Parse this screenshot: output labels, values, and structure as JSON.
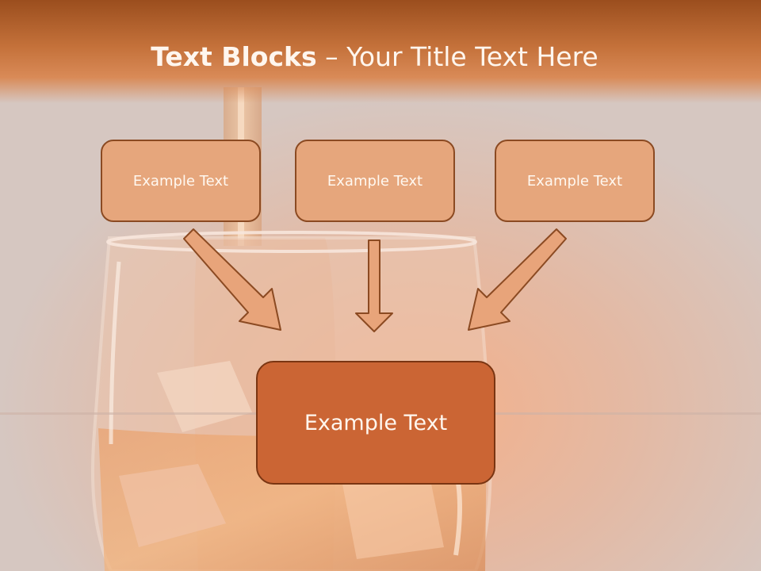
{
  "title": {
    "bold_part": "Text Blocks",
    "separator": " – ",
    "regular_part": "Your Title Text Here"
  },
  "blocks": [
    {
      "label": "Example Text"
    },
    {
      "label": "Example Text"
    },
    {
      "label": "Example Text"
    }
  ],
  "main_block": {
    "label": "Example Text"
  },
  "colors": {
    "header": "#c4713a",
    "small_box_fill": "#e6a67c",
    "main_box_fill": "#cb6534",
    "arrow_fill": "#e8a47a",
    "outline": "#8b4a22"
  }
}
